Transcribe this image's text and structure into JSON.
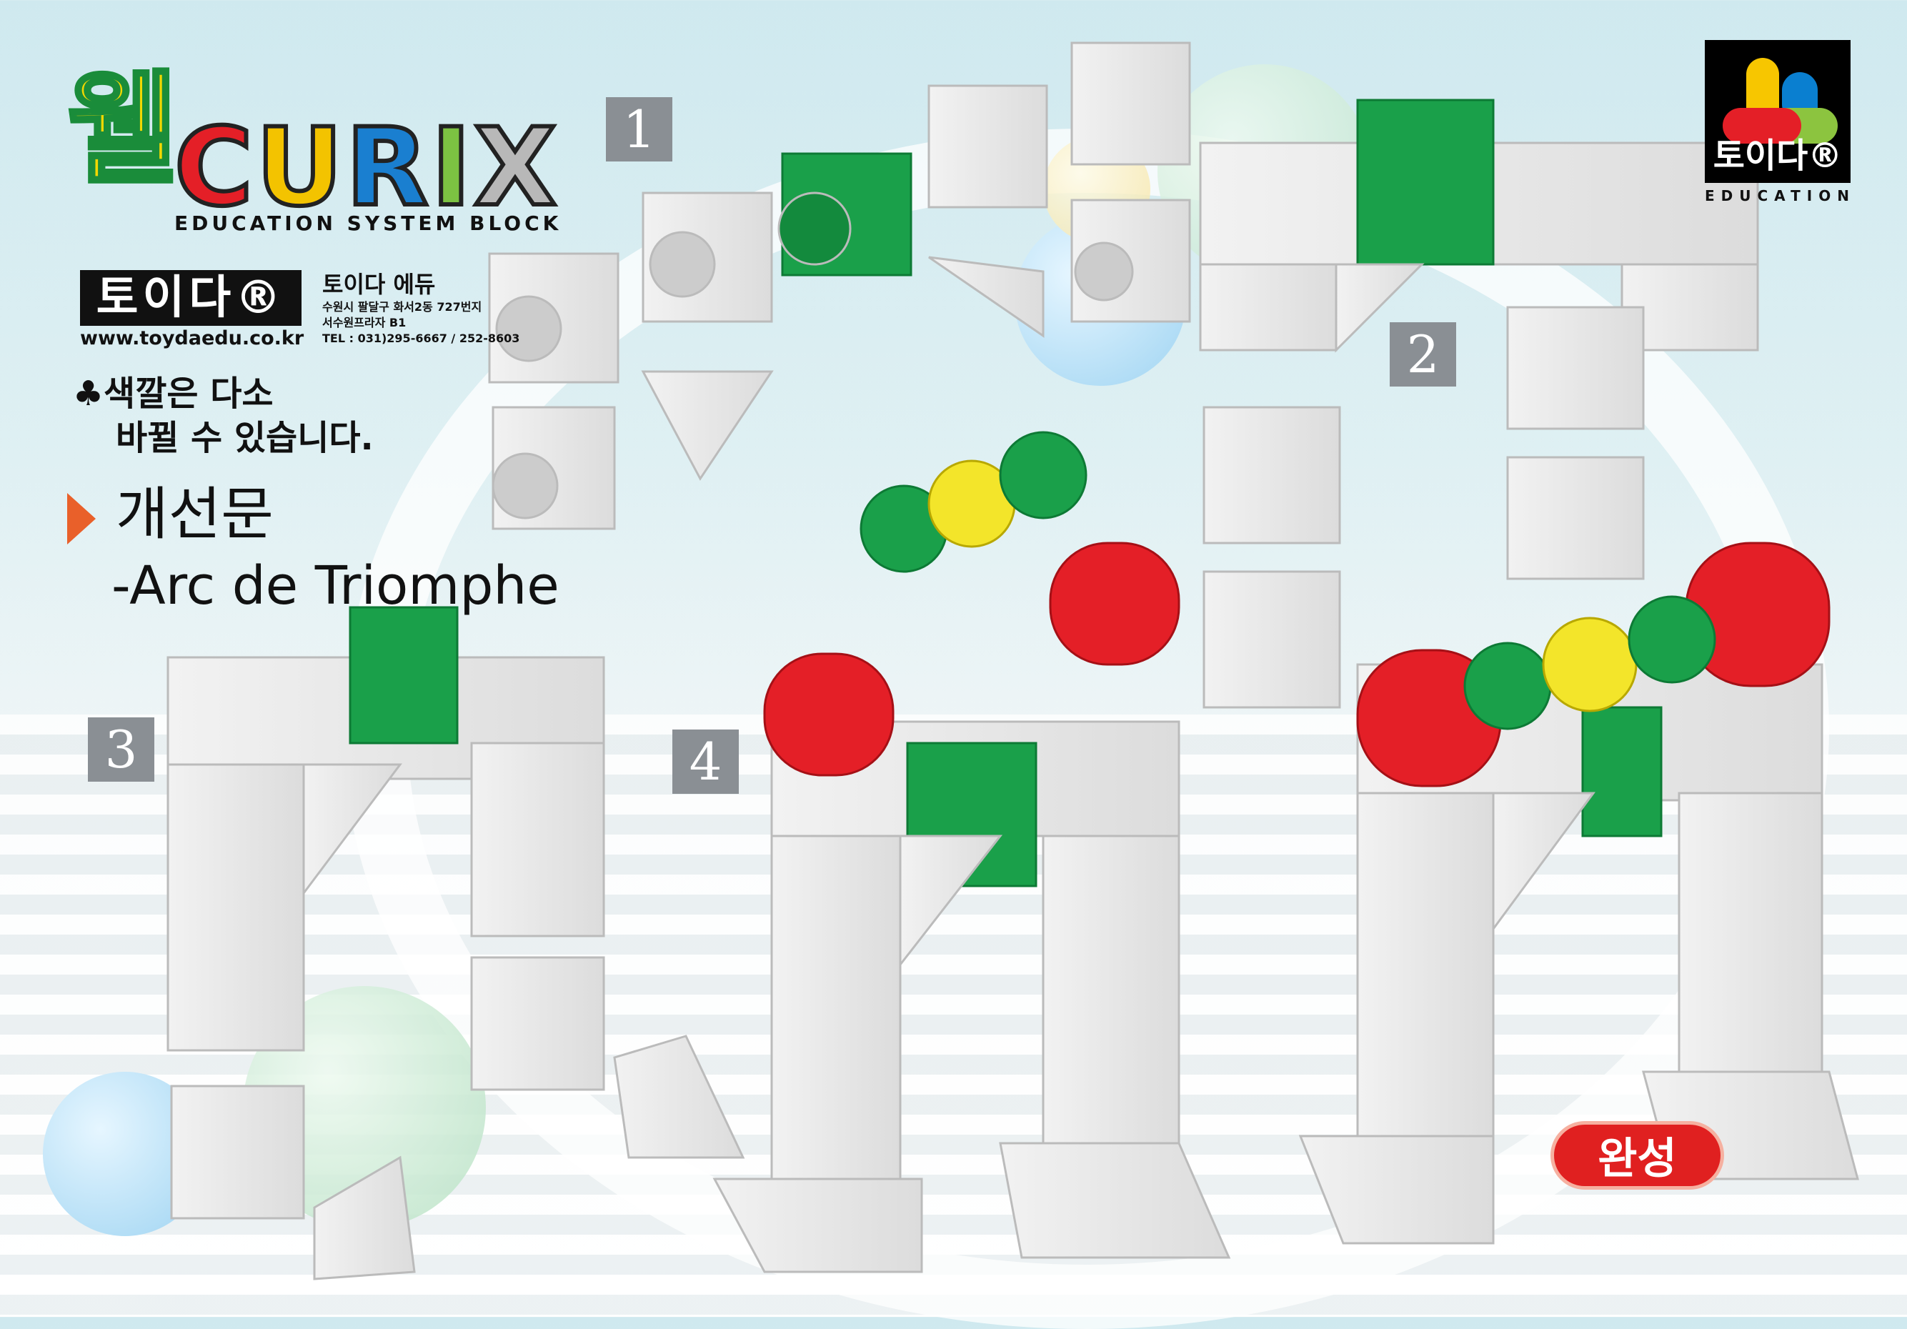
{
  "brand": {
    "logo_prefix": "웰",
    "logo_name": [
      "C",
      "U",
      "R",
      "I",
      "X"
    ],
    "tagline": "EDUCATION SYSTEM BLOCK"
  },
  "company": {
    "logo_text": "토이다®",
    "url": "www.toydaedu.co.kr",
    "name": "토이다 에듀",
    "address_1": "수원시 팔달구 화서2동 727번지",
    "address_2": "서수원프라자 B1",
    "tel": "TEL : 031)295-6667 / 252-8603"
  },
  "note": {
    "icon": "club-icon",
    "line_1": "색깔은 다소",
    "line_2": "바뀔 수 있습니다."
  },
  "title": {
    "korean": "개선문",
    "english": "-Arc de Triomphe"
  },
  "steps": [
    "1",
    "2",
    "3",
    "4"
  ],
  "corner_logo": {
    "text": "토이다®",
    "sub": "EDUCATION"
  },
  "complete_badge": "완성",
  "colors": {
    "green": "#1aa04a",
    "red": "#e41f27",
    "yellow": "#f3e52a",
    "accent": "#e9602a"
  }
}
